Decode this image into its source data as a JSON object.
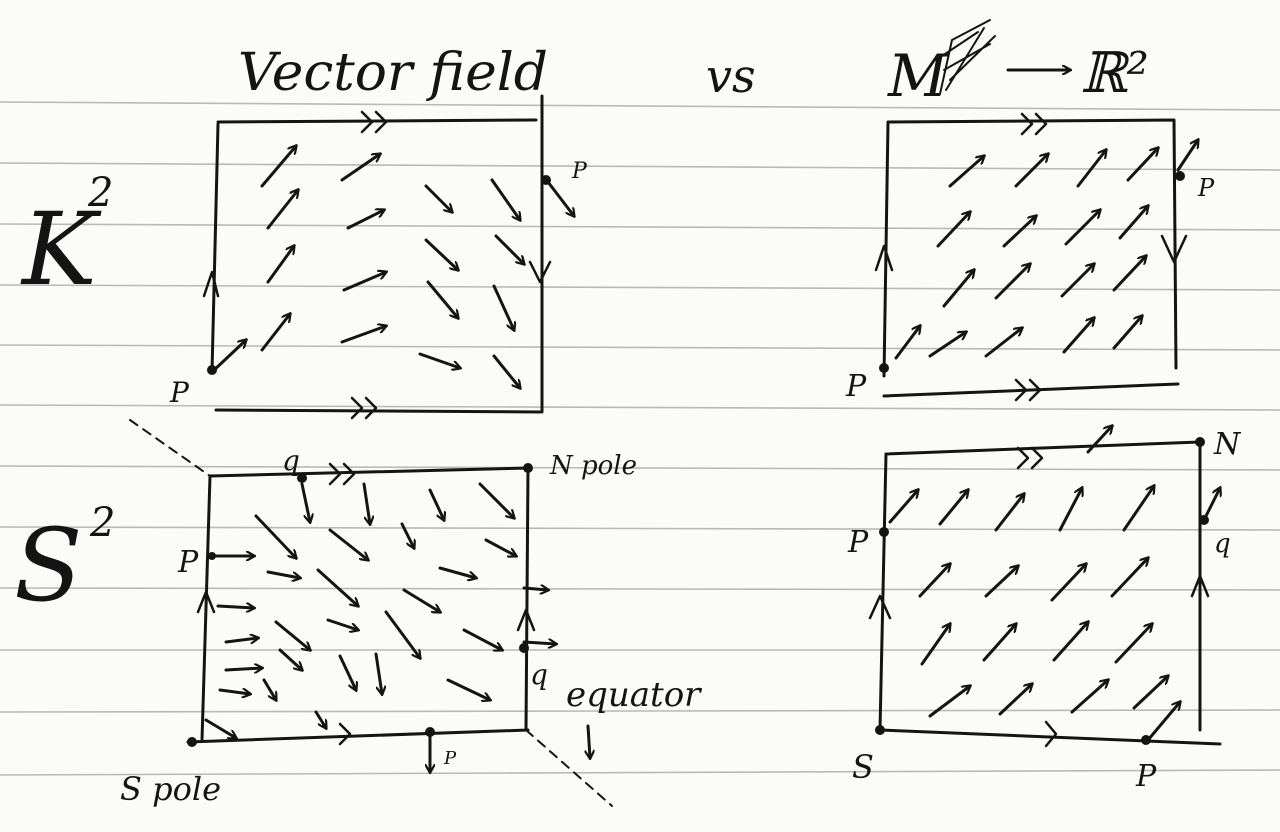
{
  "title": {
    "left": "Vector field",
    "vs": "vs",
    "right_map": "M",
    "right_target": "ℝ²"
  },
  "panels": {
    "klein": {
      "name": "K²",
      "label_name": "K",
      "exponent": "2",
      "point_labels": [
        "P",
        "P"
      ]
    },
    "sphere": {
      "name": "S²",
      "label_name": "S",
      "exponent": "2",
      "labels": {
        "north": "N pole",
        "south": "S pole",
        "p_left": "P",
        "p_bottom": "P",
        "q_top": "q",
        "q_right": "q",
        "equator": "equator"
      }
    },
    "klein_map": {
      "point_labels": [
        "P",
        "P"
      ]
    },
    "sphere_map": {
      "labels": {
        "north": "N",
        "south": "S",
        "p_left": "P",
        "p_bottom": "P",
        "q_right": "q"
      }
    }
  },
  "colors": {
    "ink": "#141414",
    "paper": "#fbfbfa",
    "rule_line": "#b9b9b9"
  }
}
